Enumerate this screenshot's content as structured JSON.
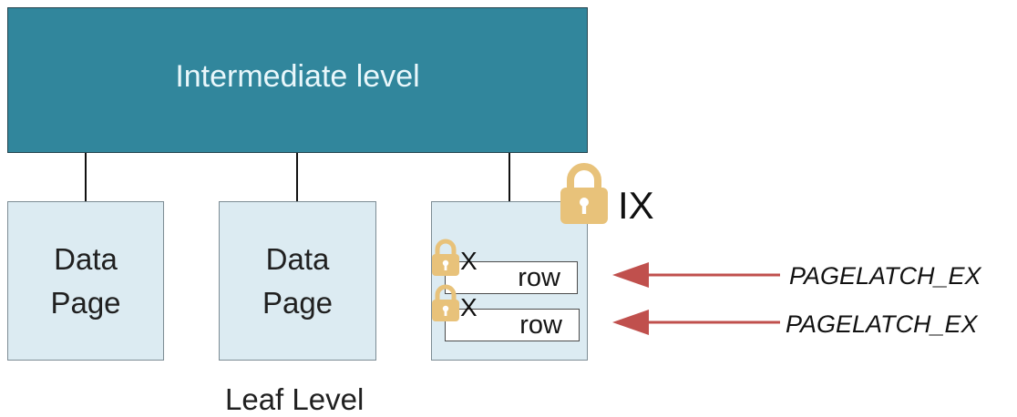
{
  "intermediate": {
    "label": "Intermediate level"
  },
  "data_pages": [
    {
      "line1": "Data",
      "line2": "Page"
    },
    {
      "line1": "Data",
      "line2": "Page"
    }
  ],
  "locked_page": {
    "lock_mode": "IX",
    "rows": [
      {
        "label": "row",
        "lock_mode": "X",
        "latch": "PAGELATCH_EX"
      },
      {
        "label": "row",
        "lock_mode": "X",
        "latch": "PAGELATCH_EX"
      }
    ]
  },
  "leaf": {
    "label": "Leaf Level"
  },
  "colors": {
    "intermediate_fill": "#31869c",
    "page_fill": "#dcebf2",
    "lock": "#e8c27a",
    "arrow": "#c0504d"
  }
}
